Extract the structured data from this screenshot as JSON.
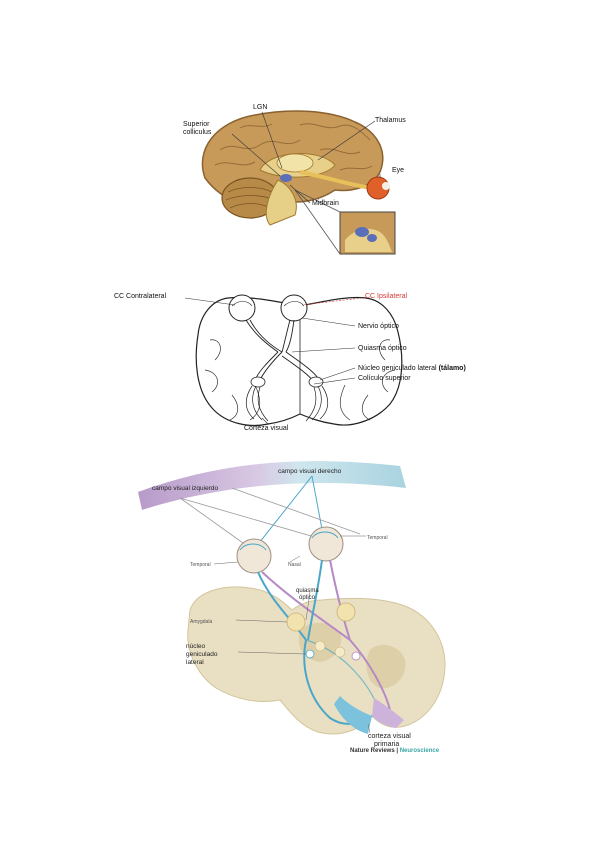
{
  "figure1": {
    "labels": {
      "lgn": "LGN",
      "superior_colliculus_1": "Superior",
      "superior_colliculus_2": "colliculus",
      "thalamus": "Thalamus",
      "eye": "Eye",
      "midbrain": "Midbrain"
    }
  },
  "figure2": {
    "labels": {
      "cc_contralateral": "CC Contralateral",
      "cc_ipsilateral": "CC Ipsilateral",
      "nervio_optico": "Nervio óptico",
      "quiasma_optico": "Quiasma óptico",
      "nucleo_geniculado": "Núcleo geniculado lateral",
      "talamo": "(tálamo)",
      "colliculo_superior": "Colículo superior",
      "corteza_visual": "Corteza visual"
    }
  },
  "figure3": {
    "labels": {
      "campo_derecho": "campo visual derecho",
      "campo_izquierdo": "campo visual izquierdo",
      "temporal_right": "Temporal",
      "temporal_left": "Temporal",
      "nasal": "Nasal",
      "quiasma_1": "quiasma",
      "quiasma_2": "óptico",
      "amygdala": "Amygdala",
      "nucleo_1": "núcleo",
      "nucleo_2": "geniculado",
      "nucleo_3": "lateral",
      "corteza_1": "corteza visual",
      "corteza_2": "primaria"
    },
    "credit_journal": "Nature Reviews",
    "credit_sep": " | ",
    "credit_section": "Neuroscience"
  },
  "colors": {
    "brain_tan": "#c79a5a",
    "brain_dark": "#8a6230",
    "eye_orange": "#e0602a",
    "arc_purple": "#b79ac9",
    "arc_blue": "#a9d3e0",
    "path_blue": "#4aa6c9",
    "path_purple": "#b58ac5",
    "cortex_beige": "#e9dfc2",
    "ipsi_red": "#d33a3a"
  }
}
